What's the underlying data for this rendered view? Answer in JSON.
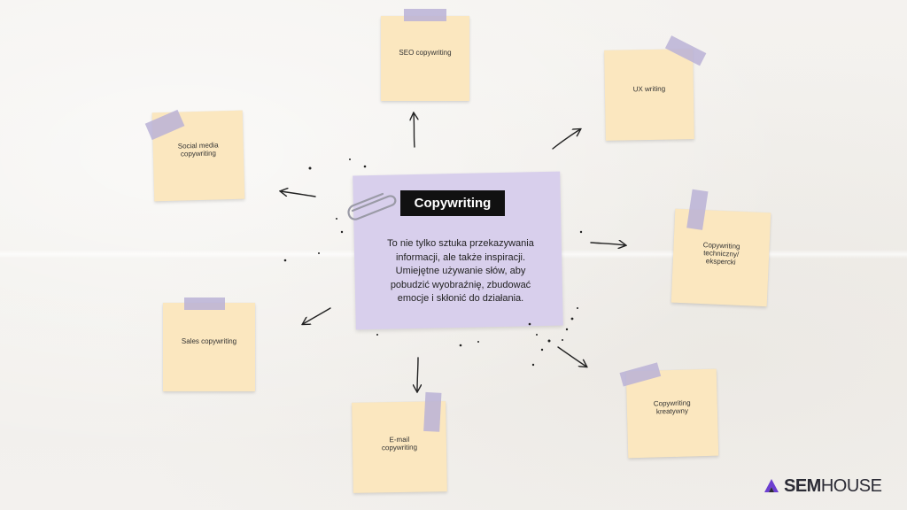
{
  "center": {
    "title": "Copywriting",
    "description": "To nie tylko sztuka przekazywania\ninformacji, ale także inspiracji.\nUmiejętne używanie słów, aby\npobudzić wyobraźnię, zbudować\nemocje i skłonić do działania."
  },
  "notes": {
    "seo": "SEO copywriting",
    "ux": "UX writing",
    "social": "Social media\ncopywriting",
    "technical": "Copywriting\ntechniczny/\nekspercki",
    "sales": "Sales copywriting",
    "email": "E-mail\ncopywriting",
    "creative": "Copywriting\nkreatywny"
  },
  "logo": {
    "bold": "SEM",
    "regular": "HOUSE"
  },
  "colors": {
    "note": "#fbe7bf",
    "tape": "#bab2d6",
    "center_card": "#d8cfec",
    "title_bg": "#111111",
    "logo_accent": "#6c3fd0"
  },
  "icons": [
    "paperclip-icon",
    "arrow-icon",
    "semhouse-logo-icon"
  ]
}
